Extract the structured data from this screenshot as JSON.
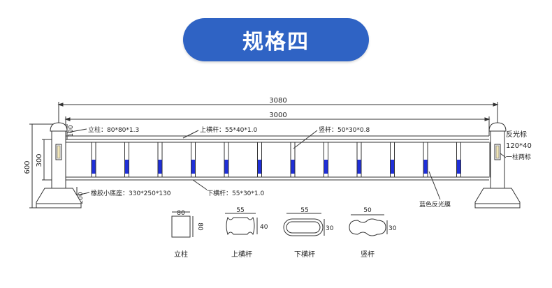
{
  "title": "规格四",
  "dimensions": {
    "total_width": "3080",
    "rail_width": "3000",
    "total_height": "600",
    "panel_height": "300",
    "post_top": "100",
    "base_height": "200"
  },
  "labels": {
    "post": "立柱：80*80*1.3",
    "upper_rail": "上横杆：55*40*1.0",
    "vertical_bar": "竖杆：50*30*0.8",
    "lower_rail": "下横杆：55*30*1.0",
    "base": "橡胶小底座：330*250*130",
    "reflect_title": "反光标",
    "reflect_size": "120*40",
    "reflect_note": "一柱两标",
    "blue_film": "蓝色反光膜"
  },
  "sections": {
    "post": {
      "name": "立柱",
      "w": "80",
      "h": "80"
    },
    "upper_rail": {
      "name": "上横杆",
      "w": "55",
      "h": "40"
    },
    "lower_rail": {
      "name": "下横杆",
      "w": "55",
      "h": "30"
    },
    "vertical_bar": {
      "name": "竖杆",
      "w": "50",
      "h": "30"
    }
  },
  "colors": {
    "banner": "#2f63c4",
    "film": "#1f2fd8",
    "line": "#333333"
  }
}
